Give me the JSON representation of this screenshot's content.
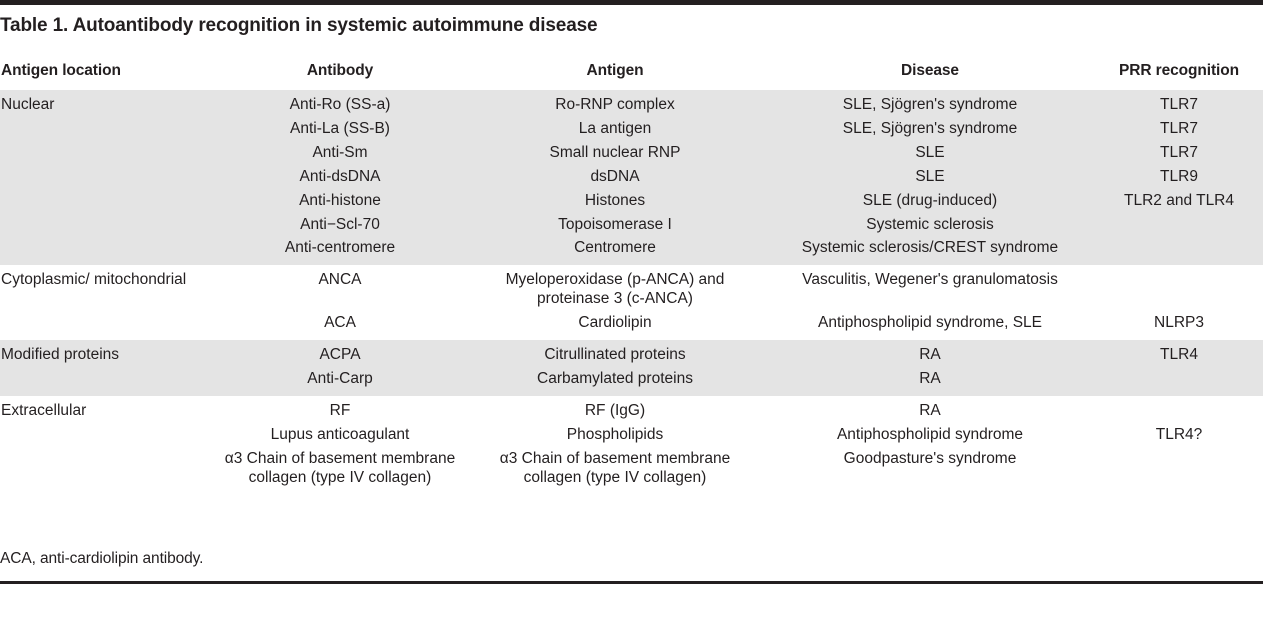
{
  "table": {
    "title": "Table 1. Autoantibody recognition in systemic autoimmune disease",
    "columns": [
      {
        "key": "antigen_location",
        "label": "Antigen location"
      },
      {
        "key": "antibody",
        "label": "Antibody"
      },
      {
        "key": "antigen",
        "label": "Antigen"
      },
      {
        "key": "disease",
        "label": "Disease"
      },
      {
        "key": "prr_recognition",
        "label": "PRR recognition"
      }
    ],
    "groups": [
      {
        "location": "Nuclear",
        "shaded": true,
        "rows": [
          {
            "antibody": "Anti-Ro (SS-a)",
            "antigen": "Ro-RNP complex",
            "disease": "SLE, Sjögren's syndrome",
            "prr": "TLR7"
          },
          {
            "antibody": "Anti-La (SS-B)",
            "antigen": "La antigen",
            "disease": "SLE, Sjögren's syndrome",
            "prr": "TLR7"
          },
          {
            "antibody": "Anti-Sm",
            "antigen": "Small nuclear RNP",
            "disease": "SLE",
            "prr": "TLR7"
          },
          {
            "antibody": "Anti-dsDNA",
            "antigen": "dsDNA",
            "disease": "SLE",
            "prr": "TLR9"
          },
          {
            "antibody": "Anti-histone",
            "antigen": "Histones",
            "disease": "SLE (drug-induced)",
            "prr": "TLR2 and TLR4"
          },
          {
            "antibody": "Anti−Scl-70",
            "antigen": "Topoisomerase I",
            "disease": "Systemic sclerosis",
            "prr": ""
          },
          {
            "antibody": "Anti-centromere",
            "antigen": "Centromere",
            "disease": "Systemic sclerosis/CREST syndrome",
            "prr": ""
          }
        ]
      },
      {
        "location": "Cytoplasmic/ mitochondrial",
        "shaded": false,
        "rows": [
          {
            "antibody": "ANCA",
            "antigen_line1": "Myeloperoxidase (p-ANCA) and",
            "antigen_line2": "proteinase 3 (c-ANCA)",
            "disease": "Vasculitis, Wegener's granulomatosis",
            "prr": ""
          },
          {
            "antibody": "ACA",
            "antigen": "Cardiolipin",
            "disease": "Antiphospholipid syndrome, SLE",
            "prr": "NLRP3"
          }
        ]
      },
      {
        "location": "Modified proteins",
        "shaded": true,
        "rows": [
          {
            "antibody": "ACPA",
            "antigen": "Citrullinated proteins",
            "disease": "RA",
            "prr": "TLR4"
          },
          {
            "antibody": "Anti-Carp",
            "antigen": "Carbamylated proteins",
            "disease": "RA",
            "prr": ""
          }
        ]
      },
      {
        "location": "Extracellular",
        "shaded": false,
        "rows": [
          {
            "antibody": "RF",
            "antigen": "RF (IgG)",
            "disease": "RA",
            "prr": ""
          },
          {
            "antibody": "Lupus anticoagulant",
            "antigen": "Phospholipids",
            "disease": "Antiphospholipid syndrome",
            "prr": "TLR4?"
          },
          {
            "antibody_line1": "α3 Chain of basement membrane",
            "antibody_line2": "collagen (type IV collagen)",
            "antigen_line1": "α3 Chain of basement membrane",
            "antigen_line2": "collagen (type IV collagen)",
            "disease": "Goodpasture's syndrome",
            "prr": ""
          }
        ]
      }
    ],
    "footnote": "ACA, anti-cardiolipin antibody."
  },
  "style": {
    "shade_color": "#e4e4e4",
    "rule_color": "#231f20",
    "text_color": "#231f20"
  }
}
